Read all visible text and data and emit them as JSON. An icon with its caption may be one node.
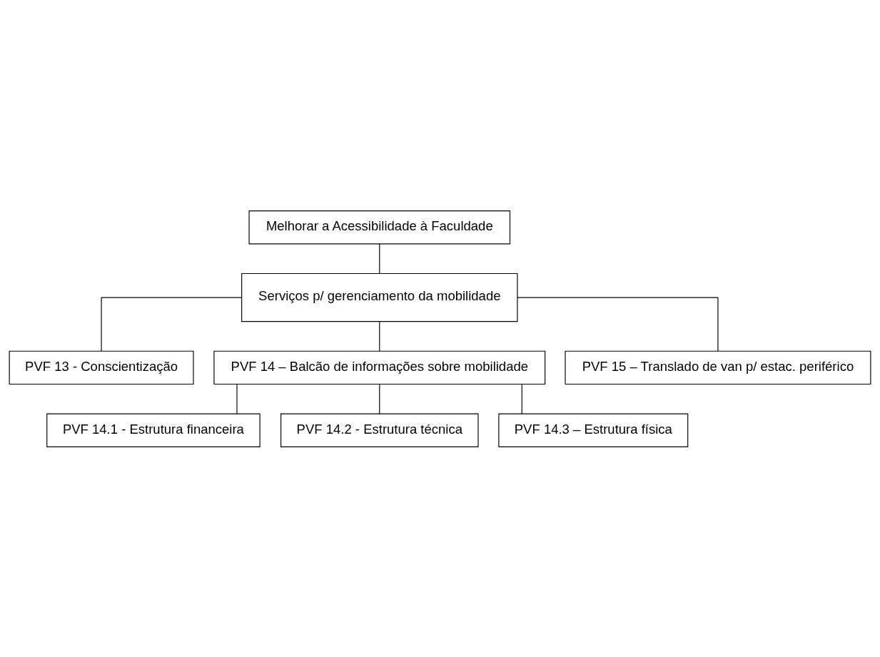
{
  "diagram": {
    "nodes": [
      {
        "text": [
          "Melhorar a Acessibilidade à Faculdade"
        ]
      },
      {
        "text": [
          "Serviços p/ gerenciamento da mobilidade"
        ]
      },
      {
        "text": [
          "PVF 13 - Conscientização"
        ]
      },
      {
        "text": [
          "PVF 14 – Balcão de informações sobre mobilidade"
        ]
      },
      {
        "text": [
          "PVF 15 – Translado de van p/ estac. periférico"
        ]
      },
      {
        "text": [
          "PVF 14.1 - Estrutura financeira"
        ]
      },
      {
        "text": [
          "PVF 14.2 - Estrutura técnica"
        ]
      },
      {
        "text": [
          "PVF 14.3 – Estrutura física"
        ]
      }
    ],
    "edges": [
      {
        "from": 0,
        "to": 1,
        "arrow": "none"
      },
      {
        "from": 1,
        "to": 2,
        "arrow": "none"
      },
      {
        "from": 1,
        "to": 3,
        "arrow": "none"
      },
      {
        "from": 1,
        "to": 4,
        "arrow": "none"
      },
      {
        "from": 3,
        "to": 5,
        "arrow": "none"
      },
      {
        "from": 3,
        "to": 6,
        "arrow": "none"
      },
      {
        "from": 3,
        "to": 7,
        "arrow": "none"
      }
    ]
  }
}
